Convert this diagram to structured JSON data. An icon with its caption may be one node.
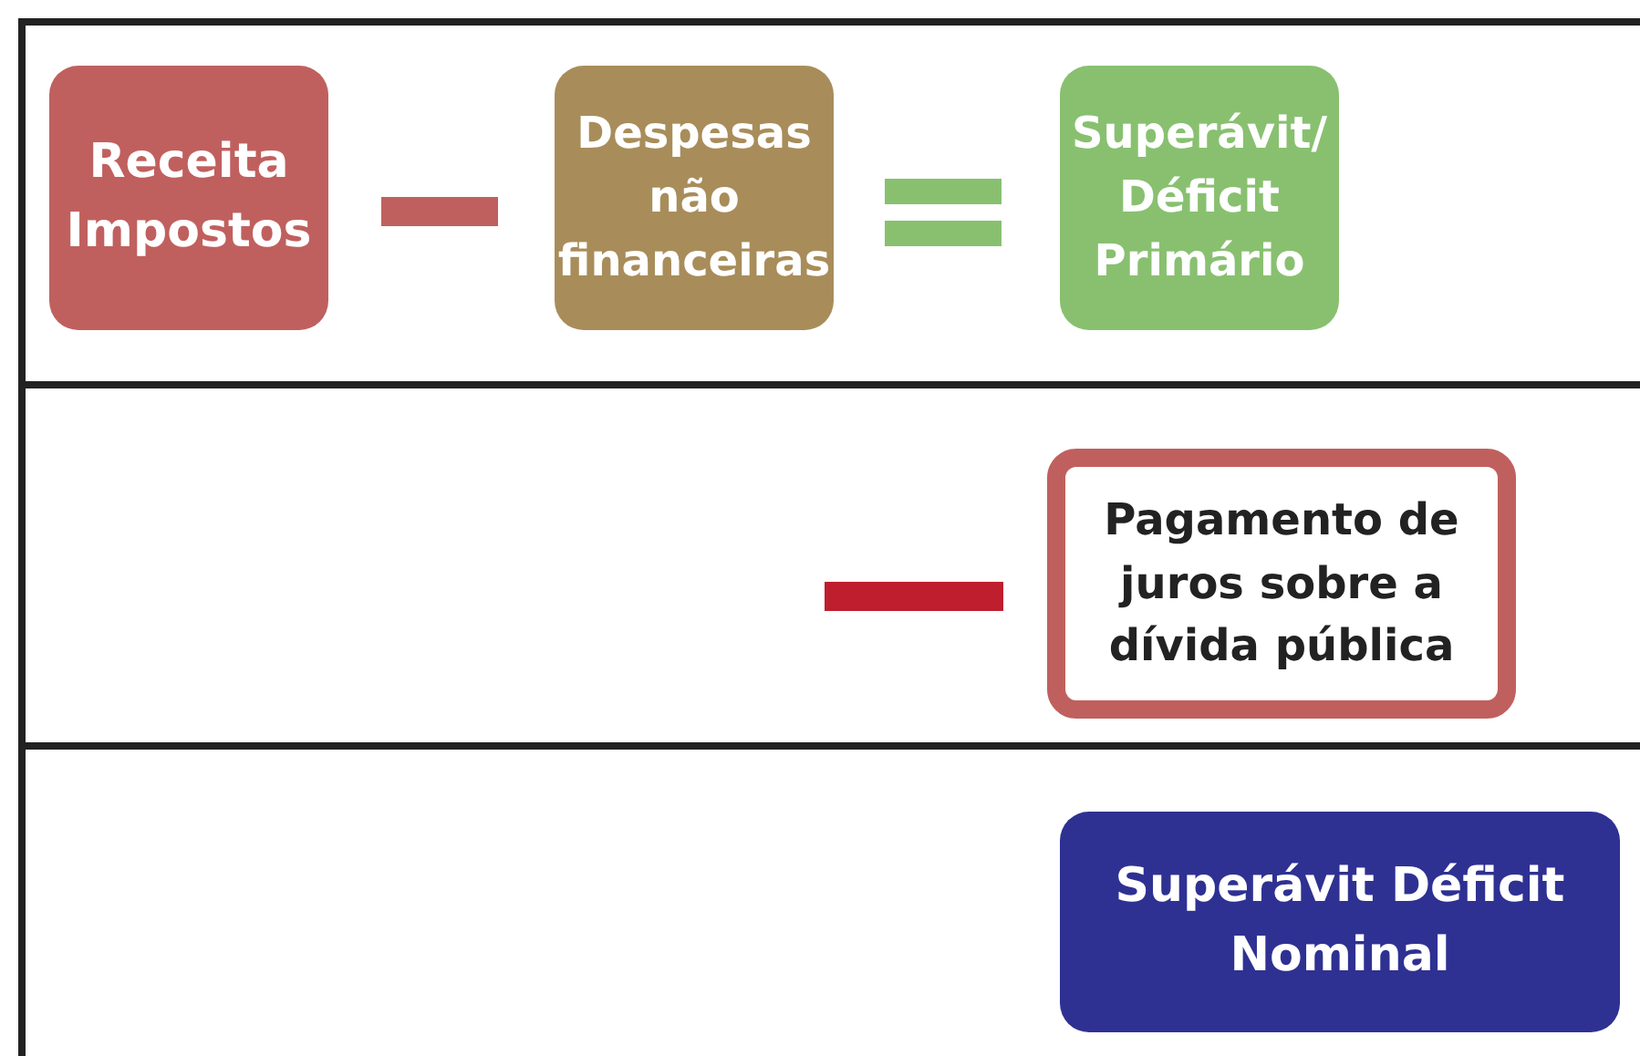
{
  "diagram": {
    "nodes": [
      {
        "text": [
          "Receita Impostos"
        ]
      },
      {
        "text": [
          "Despesas não financeiras"
        ]
      },
      {
        "text": [
          "Superávit/ Déficit Primário"
        ]
      },
      {
        "text": [
          "Pagamento de juros sobre a dívida pública"
        ]
      },
      {
        "text": [
          "Superávit Déficit Nominal"
        ]
      }
    ]
  }
}
